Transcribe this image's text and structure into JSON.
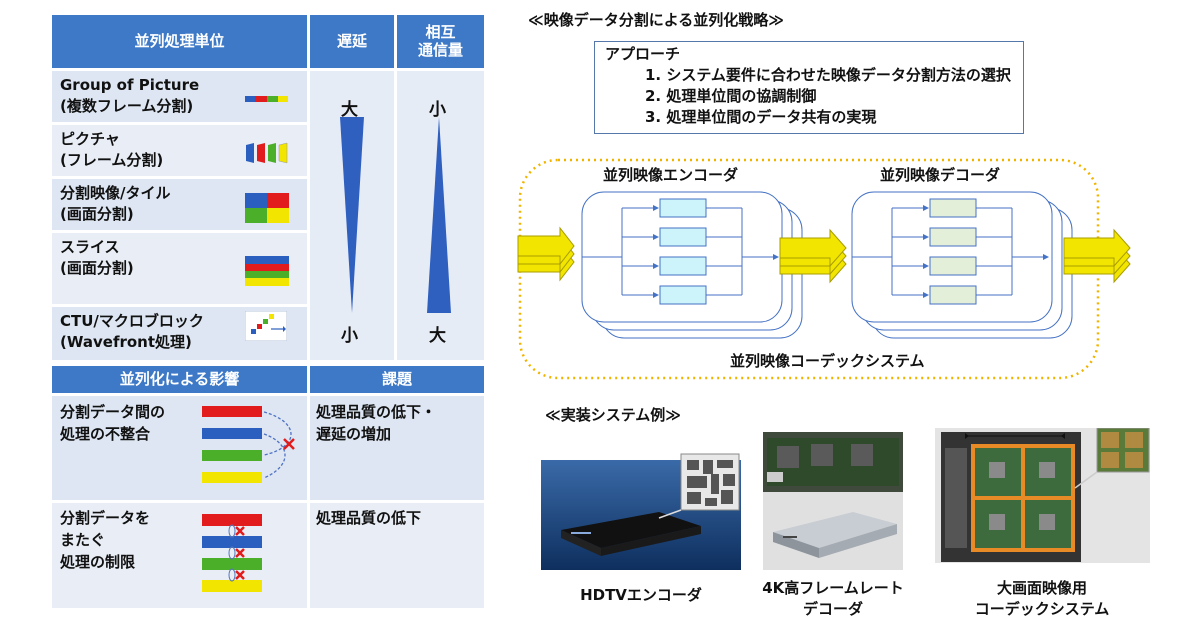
{
  "table1": {
    "headers": {
      "unit": "並列処理単位",
      "latency": "遅延",
      "comm_line1": "相互",
      "comm_line2": "通信量"
    },
    "rows": [
      {
        "line1": "Group of Picture",
        "line2": "(複数フレーム分割)"
      },
      {
        "line1": "ピクチャ",
        "line2": "(フレーム分割)"
      },
      {
        "line1": "分割映像/タイル",
        "line2": "(画面分割)"
      },
      {
        "line1": "スライス",
        "line2": "(画面分割)"
      },
      {
        "line1": "CTU/マクロブロック",
        "line2": "(Wavefront処理)"
      }
    ],
    "latency_top": "大",
    "latency_bottom": "小",
    "comm_top": "小",
    "comm_bottom": "大"
  },
  "table2": {
    "headers": {
      "effect": "並列化による影響",
      "issue": "課題"
    },
    "rows": [
      {
        "line1": "分割データ間の",
        "line2": "処理の不整合",
        "issue_line1": "処理品質の低下・",
        "issue_line2": "遅延の増加"
      },
      {
        "line1": "分割データを",
        "line2": "またぐ",
        "line3": "処理の制限",
        "issue_line1": "処理品質の低下"
      }
    ]
  },
  "strategy": {
    "title": "≪映像データ分割による並列化戦略≫",
    "approach_title": "アプローチ",
    "items": [
      "1. システム要件に合わせた映像データ分割方法の選択",
      "2. 処理単位間の協調制御",
      "3. 処理単位間のデータ共有の実現"
    ]
  },
  "codec": {
    "encoder_label": "並列映像エンコーダ",
    "decoder_label": "並列映像デコーダ",
    "system_label": "並列映像コーデックシステム"
  },
  "examples": {
    "title": "≪実装システム例≫",
    "cap1": "HDTVエンコーダ",
    "cap2_line1": "4K高フレームレート",
    "cap2_line2": "デコーダ",
    "cap3_line1": "大画面映像用",
    "cap3_line2": "コーデックシステム"
  }
}
